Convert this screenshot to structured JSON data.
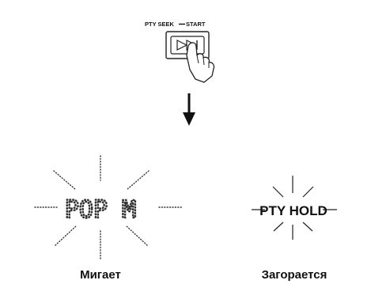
{
  "button": {
    "label_left": "PTY SEEK",
    "label_right": "START",
    "icon": "fast-forward-icon"
  },
  "display_blinking": {
    "text": "POP M",
    "caption": "Мигает"
  },
  "display_lit": {
    "text": "PTY HOLD",
    "caption": "Загорается"
  },
  "arrow_icon": "down-arrow-icon",
  "colors": {
    "ink": "#111111",
    "background": "#ffffff"
  }
}
